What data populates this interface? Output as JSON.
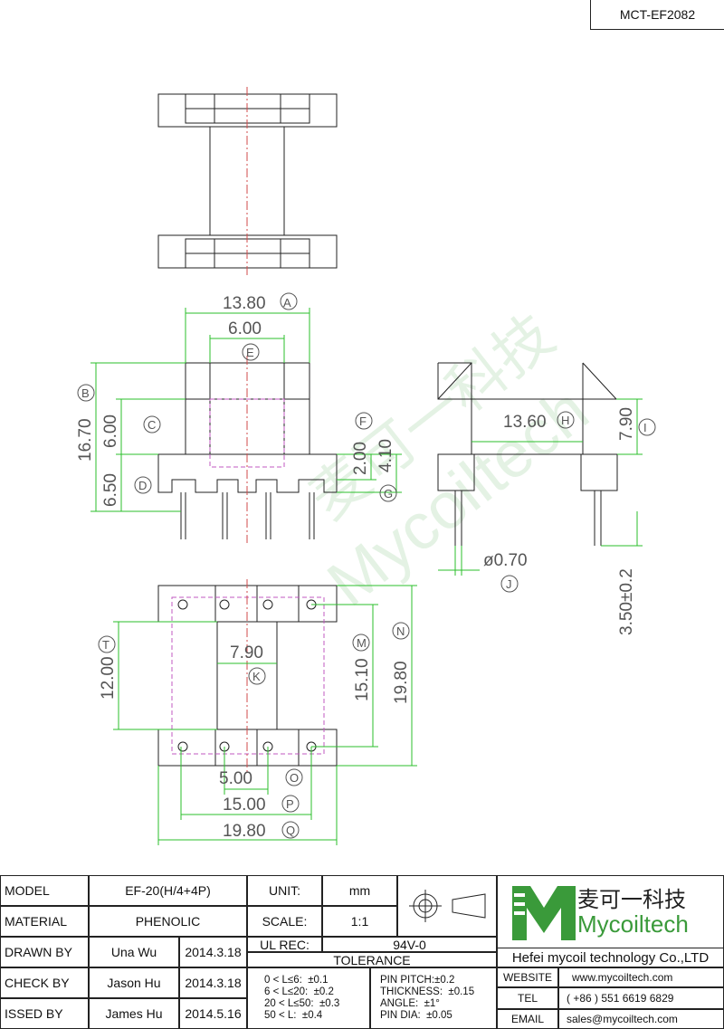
{
  "part_number": "MCT-EF2082",
  "watermark": {
    "brand_cn": "麦可一科技",
    "brand_en": "Mycoiltech"
  },
  "dimensions": {
    "A": "13.80",
    "E": "6.00",
    "B": "16.70",
    "C": "6.00",
    "D": "6.50",
    "F": "2.00",
    "G": "4.10",
    "H": "13.60",
    "I": "7.90",
    "J": "ø0.70",
    "pin_len": "3.50±0.2",
    "T": "12.00",
    "K": "7.90",
    "M": "15.10",
    "N": "19.80",
    "O": "5.00",
    "P": "15.00",
    "Q": "19.80"
  },
  "dim_tags": {
    "A": "A",
    "B": "B",
    "C": "C",
    "D": "D",
    "E": "E",
    "F": "F",
    "G": "G",
    "H": "H",
    "I": "I",
    "J": "J",
    "T": "T",
    "K": "K",
    "M": "M",
    "N": "N",
    "O": "O",
    "P": "P",
    "Q": "Q"
  },
  "title_block": {
    "model_label": "MODEL",
    "model_value": "EF-20(H/4+4P)",
    "unit_label": "UNIT:",
    "unit_value": "mm",
    "material_label": "MATERIAL",
    "material_value": "PHENOLIC",
    "scale_label": "SCALE:",
    "scale_value": "1:1",
    "drawn_label": "DRAWN BY",
    "drawn_name": "Una Wu",
    "drawn_date": "2014.3.18",
    "ulrec_label": "UL REC:",
    "ulrec_value": "94V-0",
    "tolerance_label": "TOLERANCE",
    "check_label": "CHECK BY",
    "check_name": "Jason Hu",
    "check_date": "2014.3.18",
    "issued_label": "ISSED BY",
    "issued_name": "James Hu",
    "issued_date": "2014.5.16",
    "tol_lines": [
      "0 < L≤6:  ±0.1",
      "6 < L≤20:  ±0.2",
      "20 < L≤50:  ±0.3",
      "50 < L:  ±0.4"
    ],
    "spec_lines": [
      "PIN PITCH:±0.2",
      "THICKNESS:  ±0.15",
      "ANGLE:  ±1°",
      "PIN DIA:  ±0.05"
    ],
    "company_cn": "麦可一科技",
    "company_en": "Mycoiltech",
    "company_full": "Hefei mycoil technology Co.,LTD",
    "website_label": "WEBSITE",
    "website": "www.mycoiltech.com",
    "tel_label": "TEL",
    "tel": "( +86 ) 551 6619 6829",
    "email_label": "EMAIL",
    "email": "sales@mycoiltech.com"
  }
}
